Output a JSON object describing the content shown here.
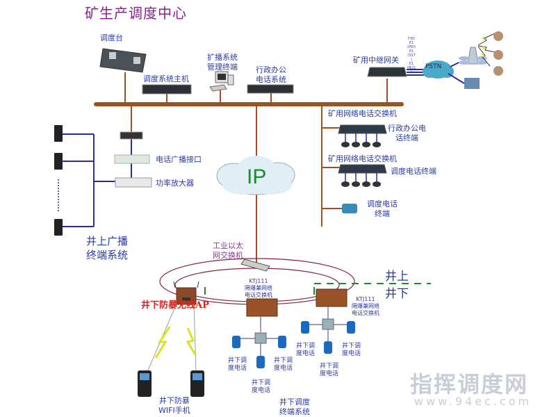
{
  "title": "矿生产调度中心",
  "dispatch_center": {
    "console": "调度台",
    "host": "调度系统主机",
    "broadcast_terminal": "扩播系统\n管理终端",
    "admin_phone_system": "行政办公\n电话系统",
    "relay_gateway": "矿用中继网关",
    "trunk_protocols": [
      "FXO",
      "E1",
      "(PRI)",
      "E1",
      "(SS7",
      ")",
      "E1",
      "(NO1",
      ")"
    ],
    "pstn": "PSTN"
  },
  "broadcast": {
    "interface": "电话广播接口",
    "amplifier": "功率放大器",
    "system_label": "井上广播\n终端系统"
  },
  "ip_cloud": "IP",
  "switches": {
    "mine_switch_1": "矿用网络电话交换机",
    "admin_terminal": "行政办公电\n话终端",
    "mine_switch_2": "矿用网络电话交换机",
    "dispatch_terminal": "调度电话终端",
    "dispatch_phone": "调度电话\n终端"
  },
  "underground": {
    "industrial_switch": "工业以太\n网交换机",
    "above_ground": "井上",
    "below_ground": "井下",
    "ktj_left": "KTJ111\n隔爆兼网络\n电话交换机",
    "ktj_right": "KTJ111\n隔爆兼网络\n电话交换机",
    "wireless_ap": "井下防暴无线AP",
    "wifi_phone": "井下防暴\nWIFI手机",
    "phone_label": "井下调\n度电话",
    "terminal_system": "井下调度\n终端系统"
  },
  "watermark": {
    "name": "指挥调度网",
    "url": "www.94ec.com"
  },
  "colors": {
    "bus": "#a0501e",
    "link": "#2a2aa8",
    "ring": "#8a2040",
    "divider": "#1a8a2a"
  }
}
